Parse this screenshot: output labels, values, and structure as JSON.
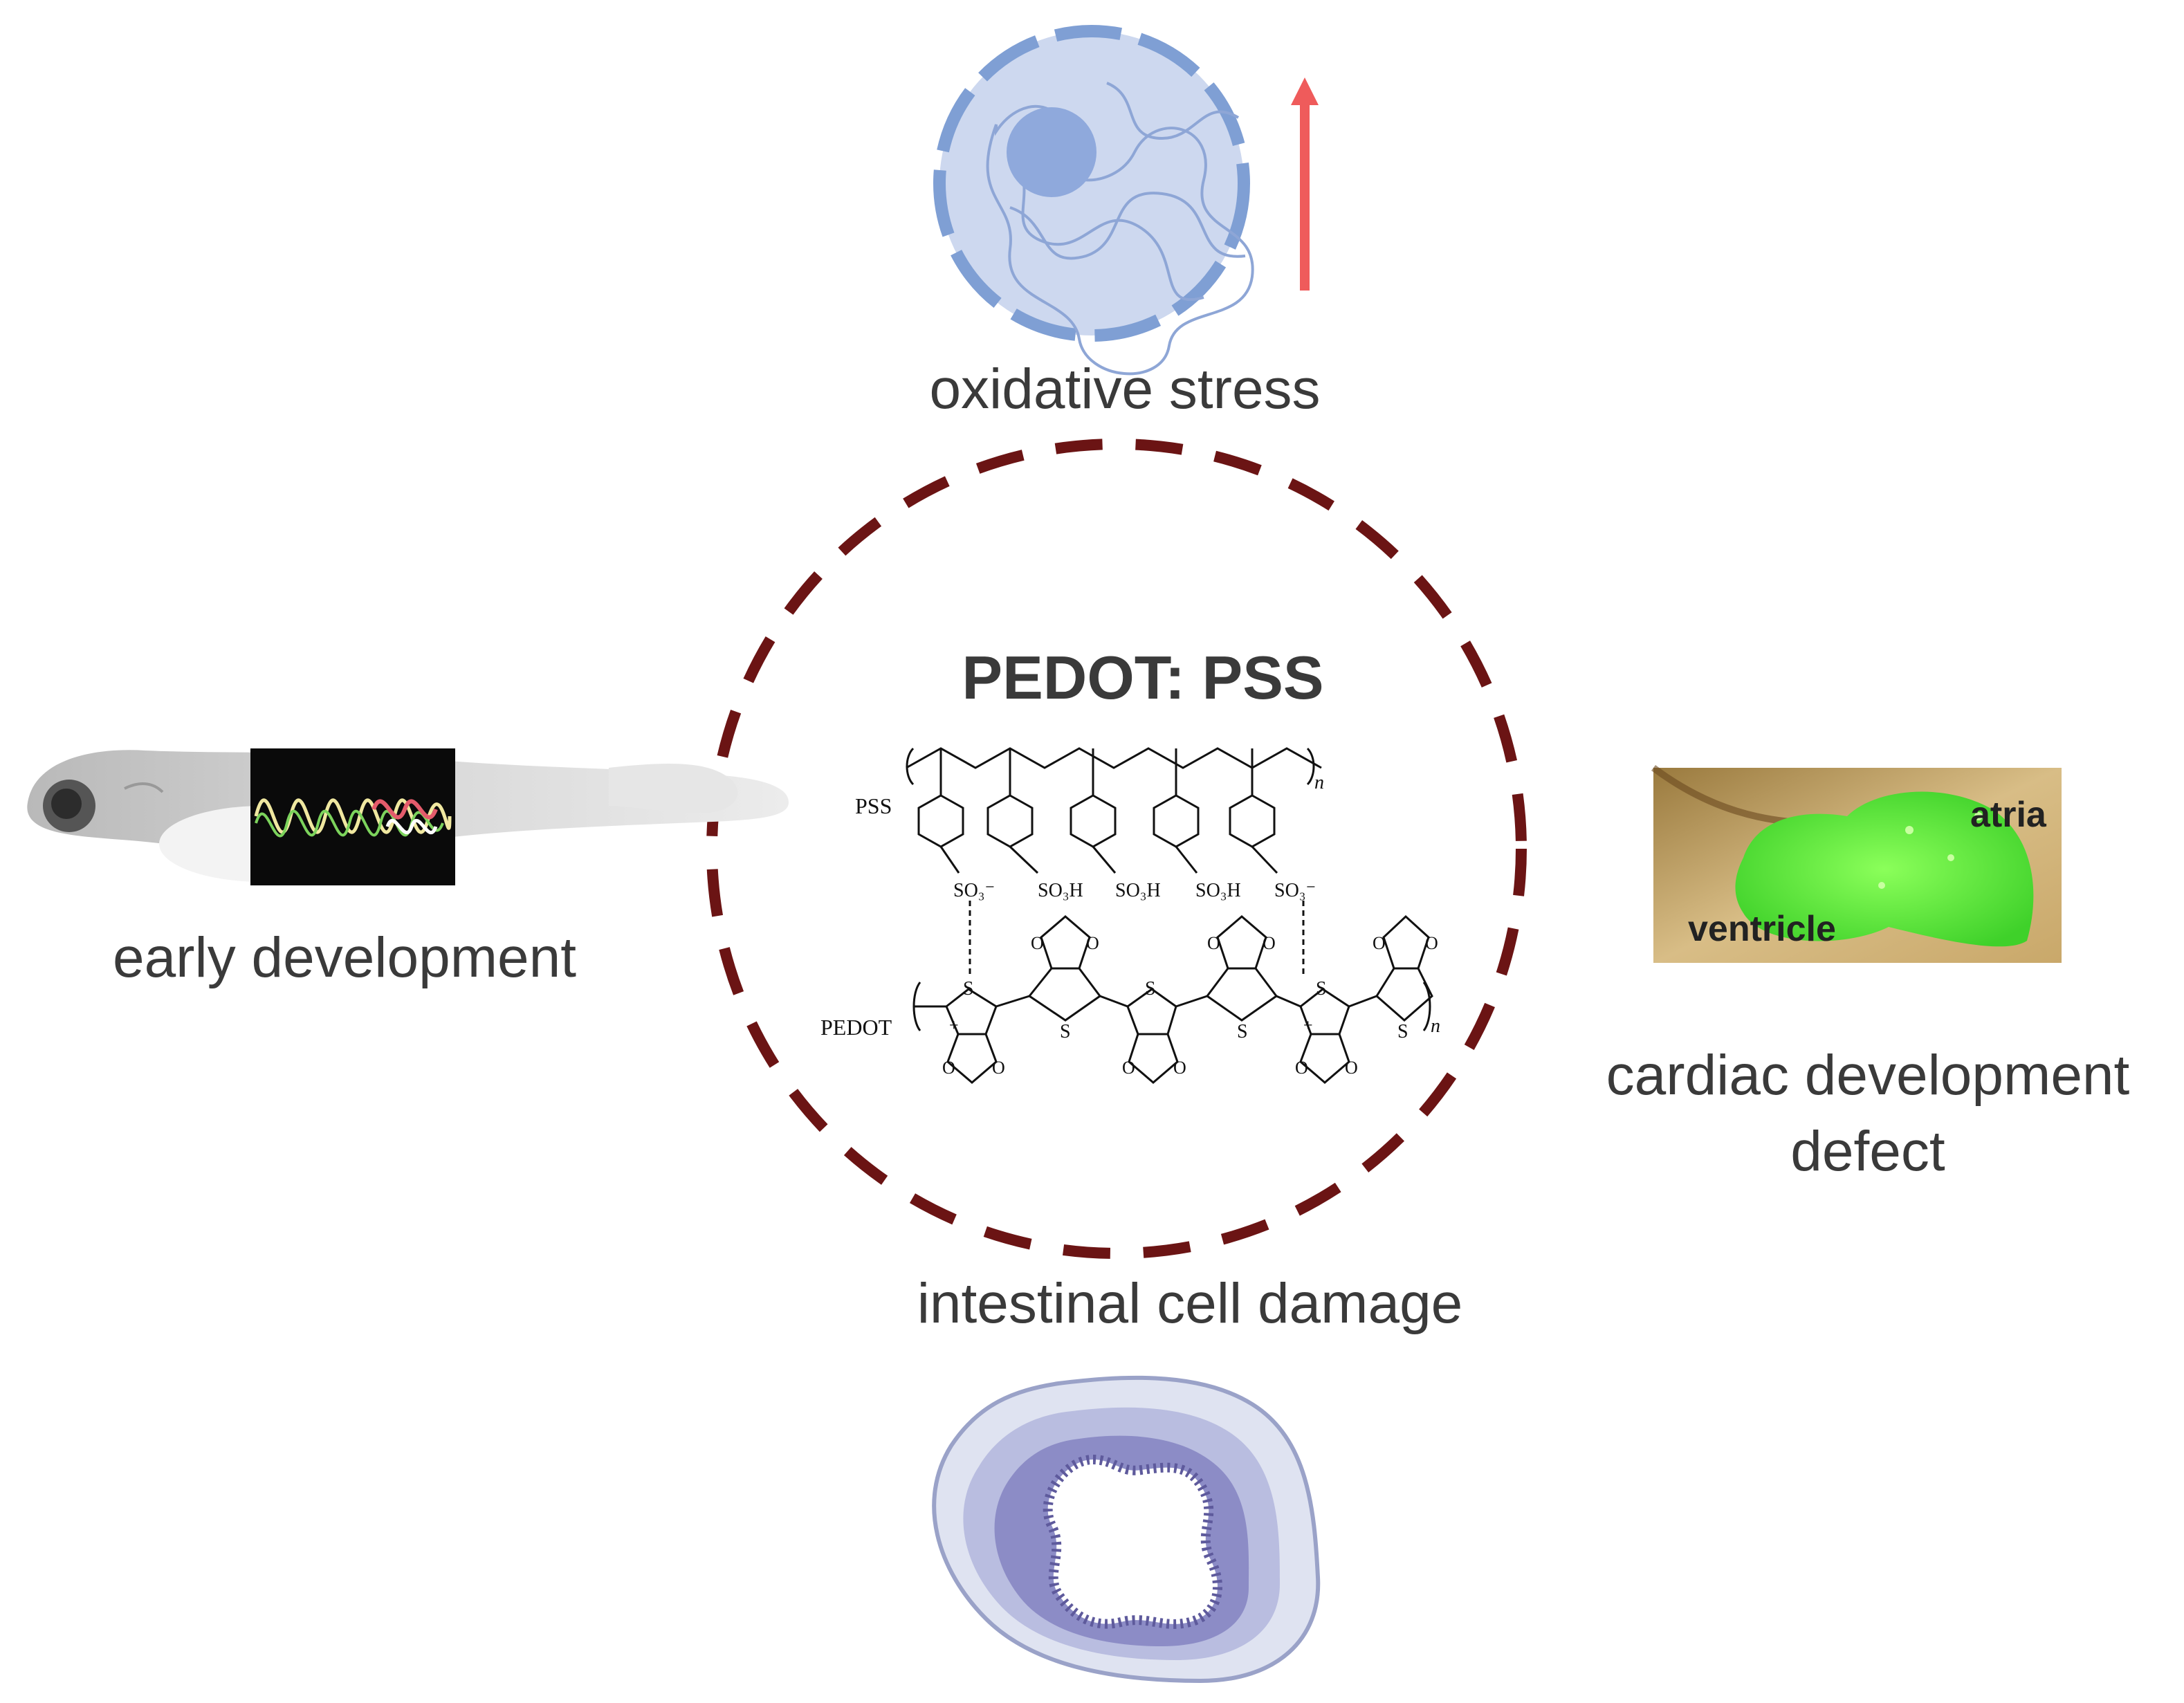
{
  "labels": {
    "oxidative_stress": "oxidative stress",
    "early_development": "early development",
    "cardiac_line1": "cardiac development",
    "cardiac_line2": "defect",
    "intestinal": "intestinal cell damage"
  },
  "center": {
    "title": "PEDOT: PSS",
    "pss_label": "PSS",
    "pedot_label": "PEDOT",
    "subscript_n": "n",
    "sulfonate_groups": [
      "SO₃⁻",
      "SO₃H",
      "SO₃H",
      "SO₃H",
      "SO₃⁻"
    ],
    "ring_heteroatom": "S",
    "dioxane_atom": "O",
    "charge_plus": "+"
  },
  "heart_image": {
    "atria_label": "atria",
    "ventricle_label": "ventricle"
  },
  "colors": {
    "dashed_circle": "#6b1414",
    "arrow": "#ef5b5b",
    "nucleus": "#8fa9dc",
    "cell_fill": "#cdd8ef",
    "intestine_dark": "#5e5a9c",
    "heart_green": "#5df03a",
    "label_text": "#3a3a3a"
  },
  "icons": [
    "cell-nucleus-icon",
    "up-arrow-icon",
    "zebrafish-larva-icon",
    "waveform-icon",
    "heart-image",
    "intestine-cross-section-icon"
  ]
}
